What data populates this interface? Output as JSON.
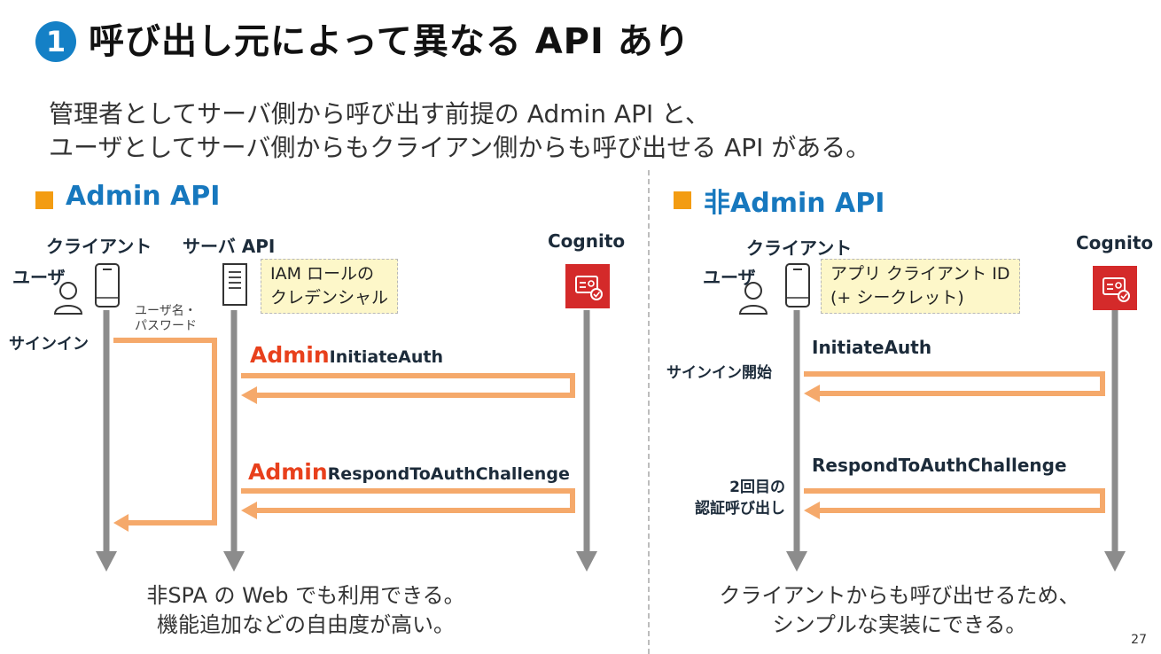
{
  "header": {
    "badge": "1",
    "title": "呼び出し元によって異なる API あり"
  },
  "subtitle": {
    "line1": "管理者としてサーバ側から呼び出す前提の Admin API と、",
    "line2": "ユーザとしてサーバ側からもクライアン側からも呼び出せる API がある。"
  },
  "left": {
    "heading": "Admin API",
    "client_label": "クライアント",
    "server_label": "サーバ API",
    "cognito_label": "Cognito",
    "user_label": "ユーザ",
    "note_line1": "IAM ロールの",
    "note_line2": "クレデンシャル",
    "cred_line1": "ユーザ名・",
    "cred_line2": "パスワード",
    "signin_label": "サインイン",
    "call1_prefix": "Admin",
    "call1_name": "InitiateAuth",
    "call2_prefix": "Admin",
    "call2_name": "RespondToAuthChallenge",
    "footer_line1": "非SPA の Web でも利用できる。",
    "footer_line2": "機能追加などの自由度が高い。"
  },
  "right": {
    "heading": "非Admin API",
    "client_label": "クライアント",
    "cognito_label": "Cognito",
    "user_label": "ユーザ",
    "note_line1": "アプリ クライアント ID",
    "note_line2": "(+ シークレット)",
    "call1_name": "InitiateAuth",
    "call1_side": "サインイン開始",
    "call2_name": "RespondToAuthChallenge",
    "call2_side1": "2回目の",
    "call2_side2": "認証呼び出し",
    "footer_line1": "クライアントからも呼び出せるため、",
    "footer_line2": "シンプルな実装にできる。"
  },
  "page_number": "27",
  "colors": {
    "accent_blue": "#1778be",
    "arrow_orange": "#f5a96b",
    "lifeline_gray": "#8c8c8c",
    "admin_red": "#e8401c",
    "cognito_red": "#d42a2a",
    "square_orange": "#f39c12"
  },
  "icons": [
    "user-icon",
    "phone-icon",
    "server-icon",
    "cognito-icon"
  ]
}
